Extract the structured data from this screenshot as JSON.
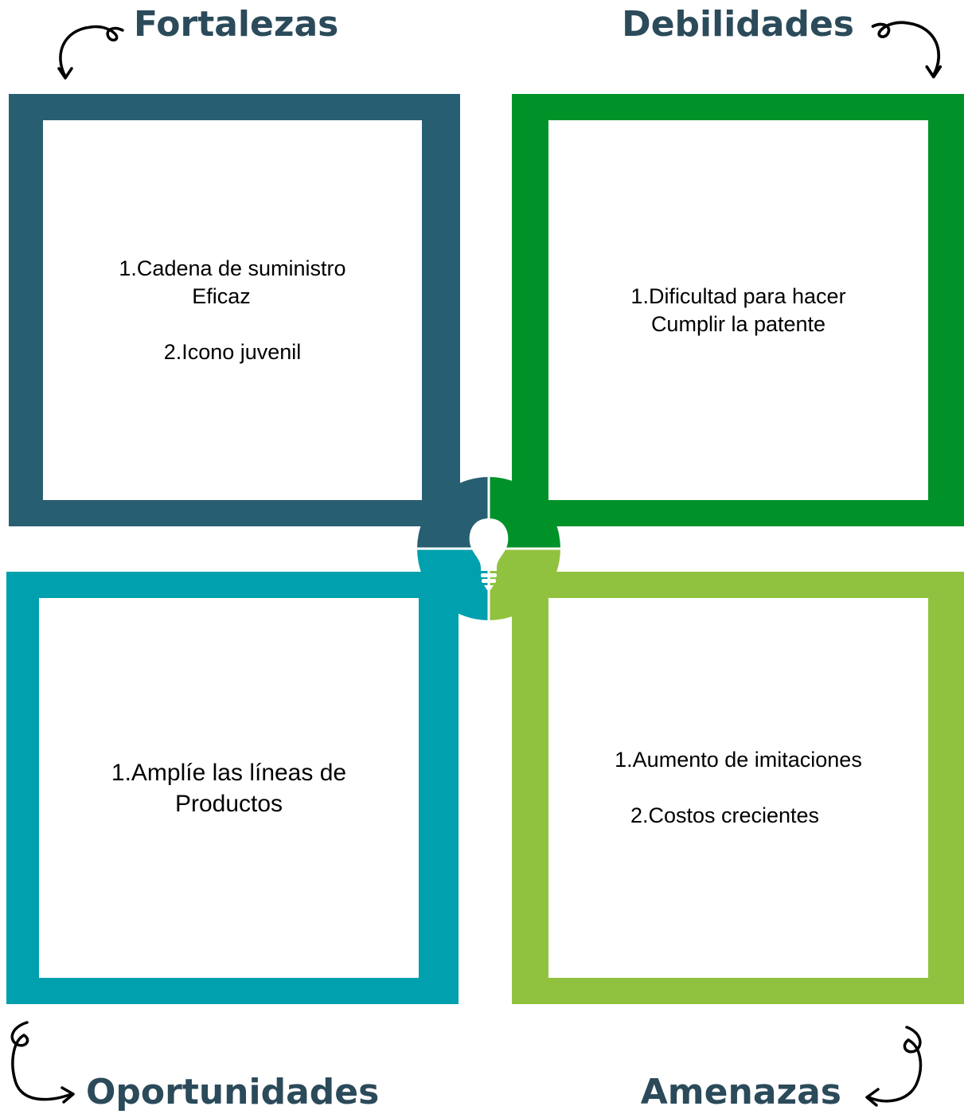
{
  "quadrants": {
    "fortalezas": {
      "title": "Fortalezas",
      "color": "#285e71",
      "items": [
        "1.Cadena de suministro",
        "Eficaz",
        "2.Icono juvenil"
      ]
    },
    "debilidades": {
      "title": "Debilidades",
      "color": "#009229",
      "items": [
        "1.Dificultad para hacer",
        "Cumplir la patente"
      ]
    },
    "oportunidades": {
      "title": "Oportunidades",
      "color": "#00a0ae",
      "items": [
        "1.Amplíe las líneas de",
        "Productos"
      ]
    },
    "amenazas": {
      "title": "Amenazas",
      "color": "#91c23f",
      "items": [
        "1.Aumento de imitaciones",
        "2.Costos crecientes"
      ]
    }
  },
  "title_color": "#2b4a5a",
  "center_icon": "lightbulb-icon",
  "corner_icon": "curly-arrow-icon"
}
